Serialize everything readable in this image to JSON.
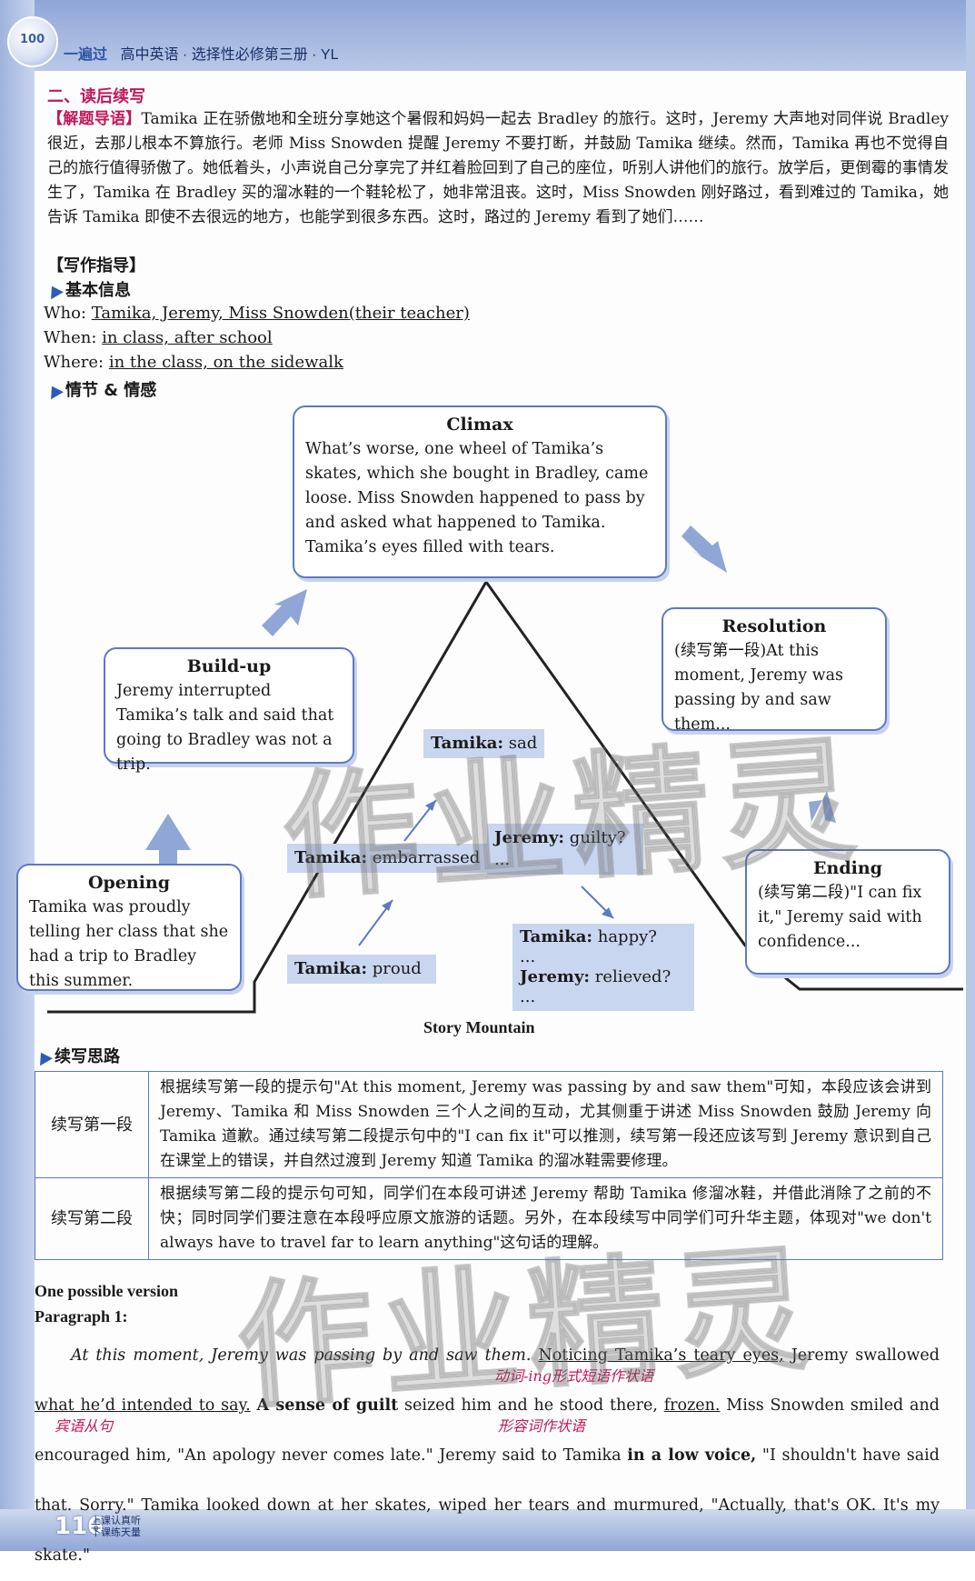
{
  "header": {
    "series": "一遍过",
    "book": "高中英语 · 选择性必修第三册 · YL"
  },
  "section_title": "二、读后续写",
  "guide": {
    "tag": "【解题导语】",
    "text": "Tamika 正在骄傲地和全班分享她这个暑假和妈妈一起去 Bradley 的旅行。这时，Jeremy 大声地对同伴说 Bradley 很近，去那儿根本不算旅行。老师 Miss Snowden 提醒 Jeremy 不要打断，并鼓励 Tamika 继续。然而，Tamika 再也不觉得自己的旅行值得骄傲了。她低着头，小声说自己分享完了并红着脸回到了自己的座位，听别人讲他们的旅行。放学后，更倒霉的事情发生了，Tamika 在 Bradley 买的溜冰鞋的一个鞋轮松了，她非常沮丧。这时，Miss Snowden 刚好路过，看到难过的 Tamika，她告诉 Tamika 即使不去很远的地方，也能学到很多东西。这时，路过的 Jeremy 看到了她们……"
  },
  "writing_guide_tag": "【写作指导】",
  "basic_info": {
    "heading": "基本信息",
    "who_label": "Who:",
    "who": "Tamika, Jeremy, Miss Snowden(their teacher)",
    "when_label": "When:",
    "when": "in class, after school",
    "where_label": "Where:",
    "where": "in the class, on the sidewalk"
  },
  "plot_heading": "情节 & 情感",
  "diagram": {
    "climax": {
      "title": "Climax",
      "text": "What’s worse, one wheel of Tamika’s skates, which she bought in Bradley, came loose. Miss Snowden happened to pass by and asked what happened to Tamika. Tamika’s eyes filled with tears."
    },
    "buildup": {
      "title": "Build-up",
      "text": "Jeremy interrupted Tamika’s talk and said that going to Bradley was not a trip."
    },
    "opening": {
      "title": "Opening",
      "text": "Tamika was proudly telling her class that she had a trip to Bradley this summer."
    },
    "resolution": {
      "title": "Resolution",
      "text": "(续写第一段)At this moment, Jeremy was passing by and saw them..."
    },
    "ending": {
      "title": "Ending",
      "text": "(续写第二段)\"I can fix it,\" Jeremy said with confidence..."
    },
    "feelings": {
      "sad_who": "Tamika:",
      "sad": "sad",
      "embarrassed_who": "Tamika:",
      "embarrassed": "embarrassed",
      "proud_who": "Tamika:",
      "proud": "proud",
      "guilty_who": "Jeremy:",
      "guilty": "guilty?",
      "guilty_more": "...",
      "happy_who": "Tamika:",
      "happy": "happy?",
      "happy_more": "...",
      "relieved_who": "Jeremy:",
      "relieved": "relieved?",
      "relieved_more": "..."
    },
    "caption": "Story Mountain"
  },
  "ideas_heading": "续写思路",
  "ideas_table": [
    {
      "label": "续写第一段",
      "text": "根据续写第一段的提示句\"At this moment, Jeremy was passing by and saw them\"可知，本段应该会讲到 Jeremy、Tamika 和 Miss Snowden 三个人之间的互动，尤其侧重于讲述 Miss Snowden 鼓励 Jeremy 向 Tamika 道歉。通过续写第二段提示句中的\"I can fix it\"可以推测，续写第一段还应该写到 Jeremy 意识到自己在课堂上的错误，并自然过渡到 Jeremy 知道 Tamika 的溜冰鞋需要修理。"
    },
    {
      "label": "续写第二段",
      "text": "根据续写第二段的提示句可知，同学们在本段可讲述 Jeremy 帮助 Tamika 修溜冰鞋，并借此消除了之前的不快；同时同学们要注意在本段呼应原文旅游的话题。另外，在本段续写中同学们可升华主题，体现对\"we don't always have to travel far to learn anything\"这句话的理解。"
    }
  ],
  "version": {
    "title": "One possible version",
    "para_label": "Paragraph 1:",
    "s1_italic": "At this moment, Jeremy was passing by and saw them.",
    "s2_underlined": "Noticing Tamika’s teary eyes,",
    "s3": "Jeremy swallowed",
    "s4_underlined": "what he’d intended to say.",
    "s5_bold": "A sense of guilt",
    "s6": "seized him and he stood there,",
    "s7_underlined": "frozen.",
    "s8": "Miss Snowden smiled and encouraged him, \"An apology never comes late.\" Jeremy said to Tamika",
    "s9_bold": "in a low voice,",
    "s10": "\"I shouldn't have said that. Sorry.\" Tamika looked down at her skates, wiped her tears and murmured, \"Actually, that's OK. It's my skate.\"",
    "note1": "动词-ing形式短语作状语",
    "note2": "宾语从句",
    "note3": "形容词作状语"
  },
  "footer": {
    "page": "116",
    "tag_line1": "上课认真听",
    "tag_line2": "下课练天量"
  },
  "watermark": "作业精灵"
}
